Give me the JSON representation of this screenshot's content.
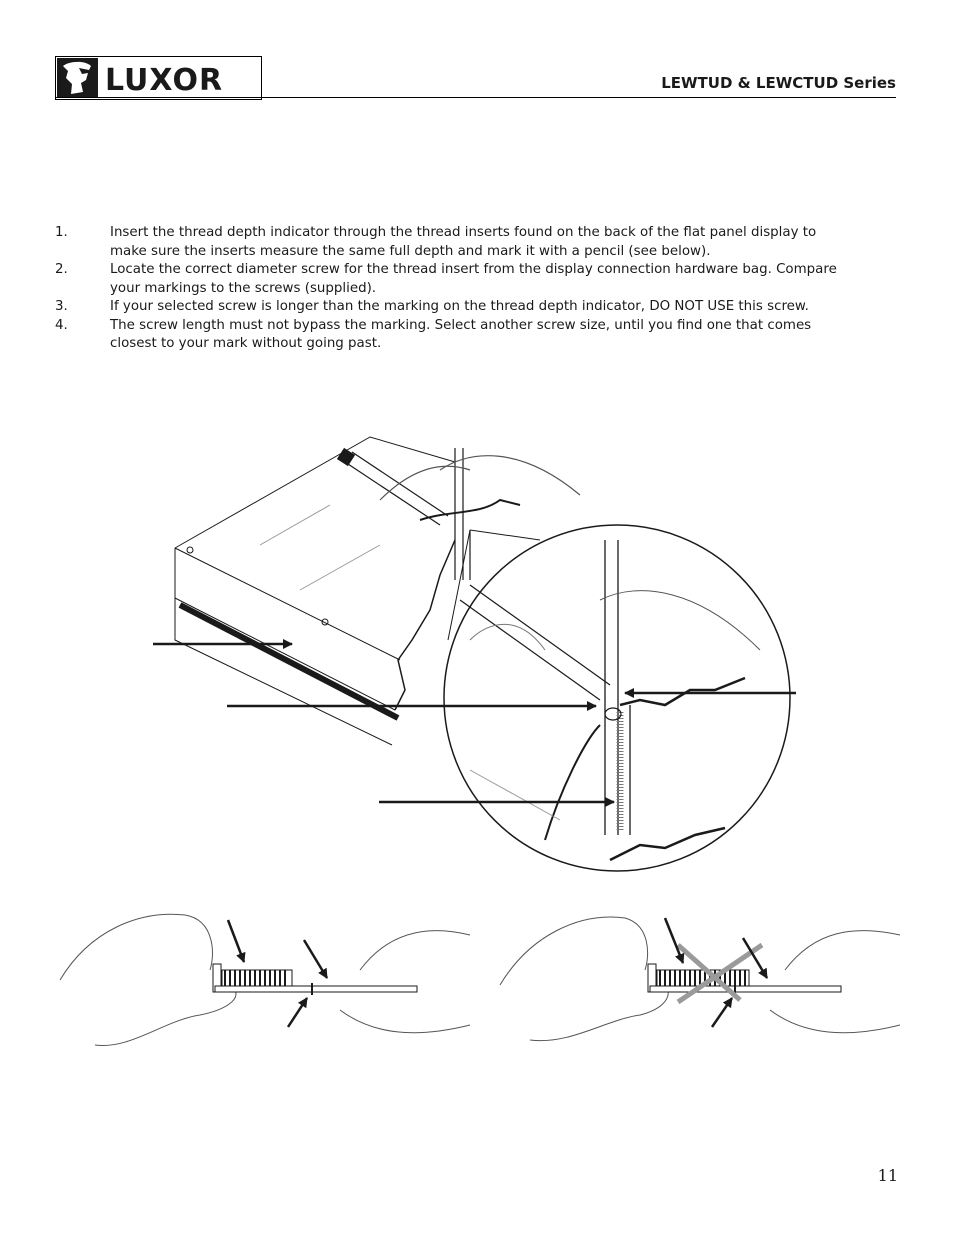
{
  "header": {
    "brand": "LUXOR",
    "series": "LEWTUD & LEWCTUD Series"
  },
  "steps": [
    {
      "num": "1.",
      "text": "Insert the thread depth indicator through the  thread inserts found on the back of the flat panel display to make sure the inserts measure the same full depth and mark it with a pencil (see below)."
    },
    {
      "num": "2.",
      "text": "Locate the correct diameter screw for the thread insert from the display connection hardware bag.  Compare your markings to the screws (supplied)."
    },
    {
      "num": "3.",
      "text": "If your selected screw is longer than the marking on the thread depth indicator, DO NOT USE this screw."
    },
    {
      "num": "4.",
      "text": "The screw length must not bypass the marking.  Select another screw size, until you find one that comes closest to your mark without going past."
    }
  ],
  "page_number": "11",
  "colors": {
    "ink": "#1a1a1a",
    "cross": "#9a9a9a"
  },
  "icons": [
    "luxor-logo-icon",
    "display-illustration",
    "magnifier-illustration",
    "screw-ok-illustration",
    "screw-reject-illustration"
  ]
}
